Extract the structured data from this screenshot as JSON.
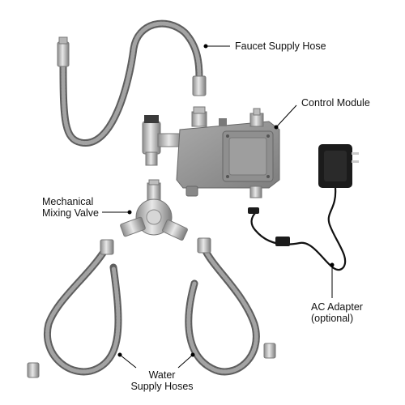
{
  "labels": {
    "faucet_supply_hose": "Faucet Supply Hose",
    "control_module": "Control Module",
    "mechanical_mixing_valve_line1": "Mechanical",
    "mechanical_mixing_valve_line2": "Mixing Valve",
    "ac_adapter_line1": "AC Adapter",
    "ac_adapter_line2": "(optional)",
    "water_supply_hoses_line1": "Water",
    "water_supply_hoses_line2": "Supply Hoses"
  },
  "colors": {
    "hose_braid": "#8c8c8c",
    "hose_dark": "#5a5a5a",
    "chrome": "#c9c9c9",
    "module_body": "#9a9a9a",
    "adapter_black": "#1b1b1b",
    "leader_line": "#000000"
  }
}
